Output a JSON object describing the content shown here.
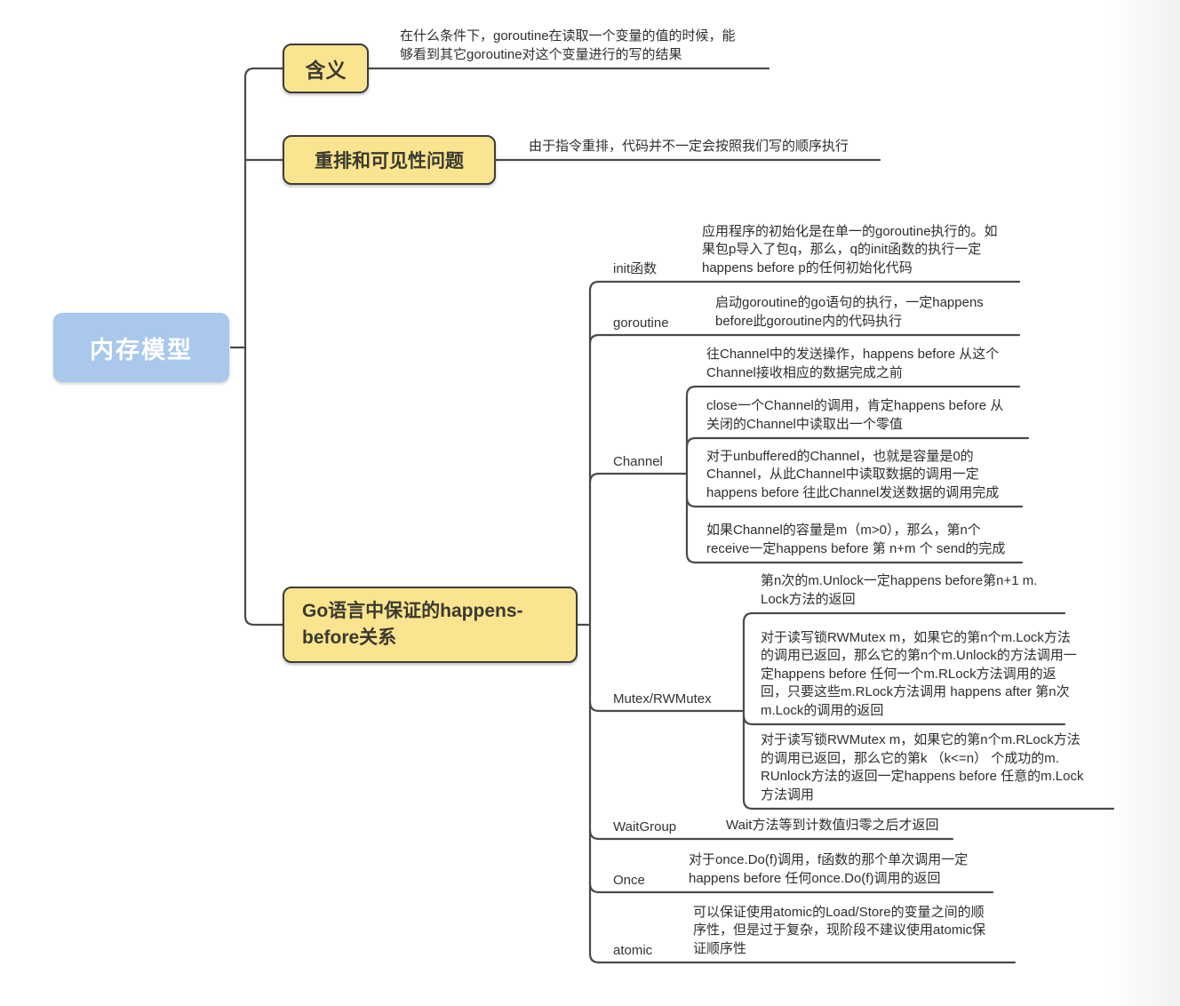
{
  "colors": {
    "root_fill": "#A9C8EC",
    "topic_fill": "#FAE48F",
    "topic_border": "#3c3c3c",
    "connector_line": "#4a4a4a",
    "note_text": "#2e2e2e",
    "root_text": "#ffffff"
  },
  "root": {
    "label": "内存模型"
  },
  "branches": [
    {
      "label": "含义",
      "note": "在什么条件下，goroutine在读取一个变量的值的时候，能\n够看到其它goroutine对这个变量进行的写的结果"
    },
    {
      "label": "重排和可见性问题",
      "note": "由于指令重排，代码并不一定会按照我们写的顺序执行"
    },
    {
      "label": "Go语言中保证的happens-\nbefore关系",
      "children": [
        {
          "label": "init函数",
          "note": "应用程序的初始化是在单一的goroutine执行的。如\n果包p导入了包q，那么，q的init函数的执行一定\nhappens before p的任何初始化代码"
        },
        {
          "label": "goroutine",
          "note": "启动goroutine的go语句的执行，一定happens\nbefore此goroutine内的代码执行"
        },
        {
          "label": "Channel",
          "notes": [
            "往Channel中的发送操作，happens before 从这个\nChannel接收相应的数据完成之前",
            "close一个Channel的调用，肯定happens before 从\n关闭的Channel中读取出一个零值",
            "对于unbuffered的Channel，也就是容量是0的\nChannel，从此Channel中读取数据的调用一定\nhappens before 往此Channel发送数据的调用完成",
            "如果Channel的容量是m（m>0），那么，第n个\nreceive一定happens before 第 n+m 个 send的完成"
          ]
        },
        {
          "label": "Mutex/RWMutex",
          "notes": [
            "第n次的m.Unlock一定happens before第n+1 m.\nLock方法的返回",
            "对于读写锁RWMutex m，如果它的第n个m.Lock方法\n的调用已返回，那么它的第n个m.Unlock的方法调用一\n定happens before 任何一个m.RLock方法调用的返\n回，只要这些m.RLock方法调用 happens after 第n次\nm.Lock的调用的返回",
            "对于读写锁RWMutex m，如果它的第n个m.RLock方法\n的调用已返回，那么它的第k （k<=n） 个成功的m.\nRUnlock方法的返回一定happens before 任意的m.Lock\n方法调用"
          ]
        },
        {
          "label": "WaitGroup",
          "note": "Wait方法等到计数值归零之后才返回"
        },
        {
          "label": "Once",
          "note": "对于once.Do(f)调用，f函数的那个单次调用一定\nhappens before 任何once.Do(f)调用的返回"
        },
        {
          "label": "atomic",
          "note": "可以保证使用atomic的Load/Store的变量之间的顺\n序性，但是过于复杂，现阶段不建议使用atomic保\n证顺序性"
        }
      ]
    }
  ]
}
